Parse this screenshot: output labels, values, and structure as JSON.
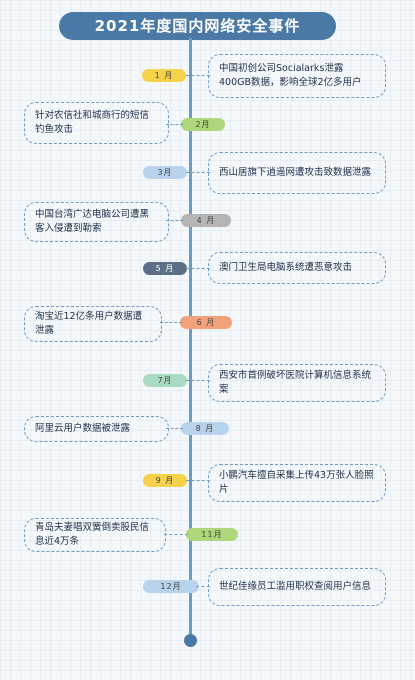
{
  "title": "2021年度国内网络安全事件",
  "colors": {
    "title_bg": "#4a79a6",
    "timeline": "#6e9bc4"
  },
  "events": [
    {
      "month": "1 月",
      "text": "中国初创公司Socialarks泄露400GB数据，影响全球2亿多用户",
      "pill_color": "#f5d24a"
    },
    {
      "month": "2月",
      "text": "针对农信社和城商行的短信钓鱼攻击",
      "pill_color": "#aed67a"
    },
    {
      "month": "3月",
      "text": "西山居旗下逍遥网遭攻击致数据泄露",
      "pill_color": "#b9d3ec"
    },
    {
      "month": "4 月",
      "text": "中国台湾广达电脑公司遭黑客入侵遭到勒索",
      "pill_color": "#b5b5b5"
    },
    {
      "month": "5 月",
      "text": "澳门卫生局电脑系统遭恶意攻击",
      "pill_color": "#5d6f86"
    },
    {
      "month": "6 月",
      "text": "淘宝近12亿条用户数据遭泄露",
      "pill_color": "#f2a27a"
    },
    {
      "month": "7月",
      "text": "西安市首例破坏医院计算机信息系统案",
      "pill_color": "#a9dbc3"
    },
    {
      "month": "8 月",
      "text": "阿里云用户数据被泄露",
      "pill_color": "#b9d3ec"
    },
    {
      "month": "9 月",
      "text": "小鹏汽车擅自采集上传43万张人脸照片",
      "pill_color": "#f5d24a"
    },
    {
      "month": "11月",
      "text": "青岛夫妻唱双簧倒卖股民信息近4万条",
      "pill_color": "#aed67a"
    },
    {
      "month": "12月",
      "text": "世纪佳缘员工滥用职权查阅用户信息",
      "pill_color": "#b9d3ec"
    }
  ]
}
